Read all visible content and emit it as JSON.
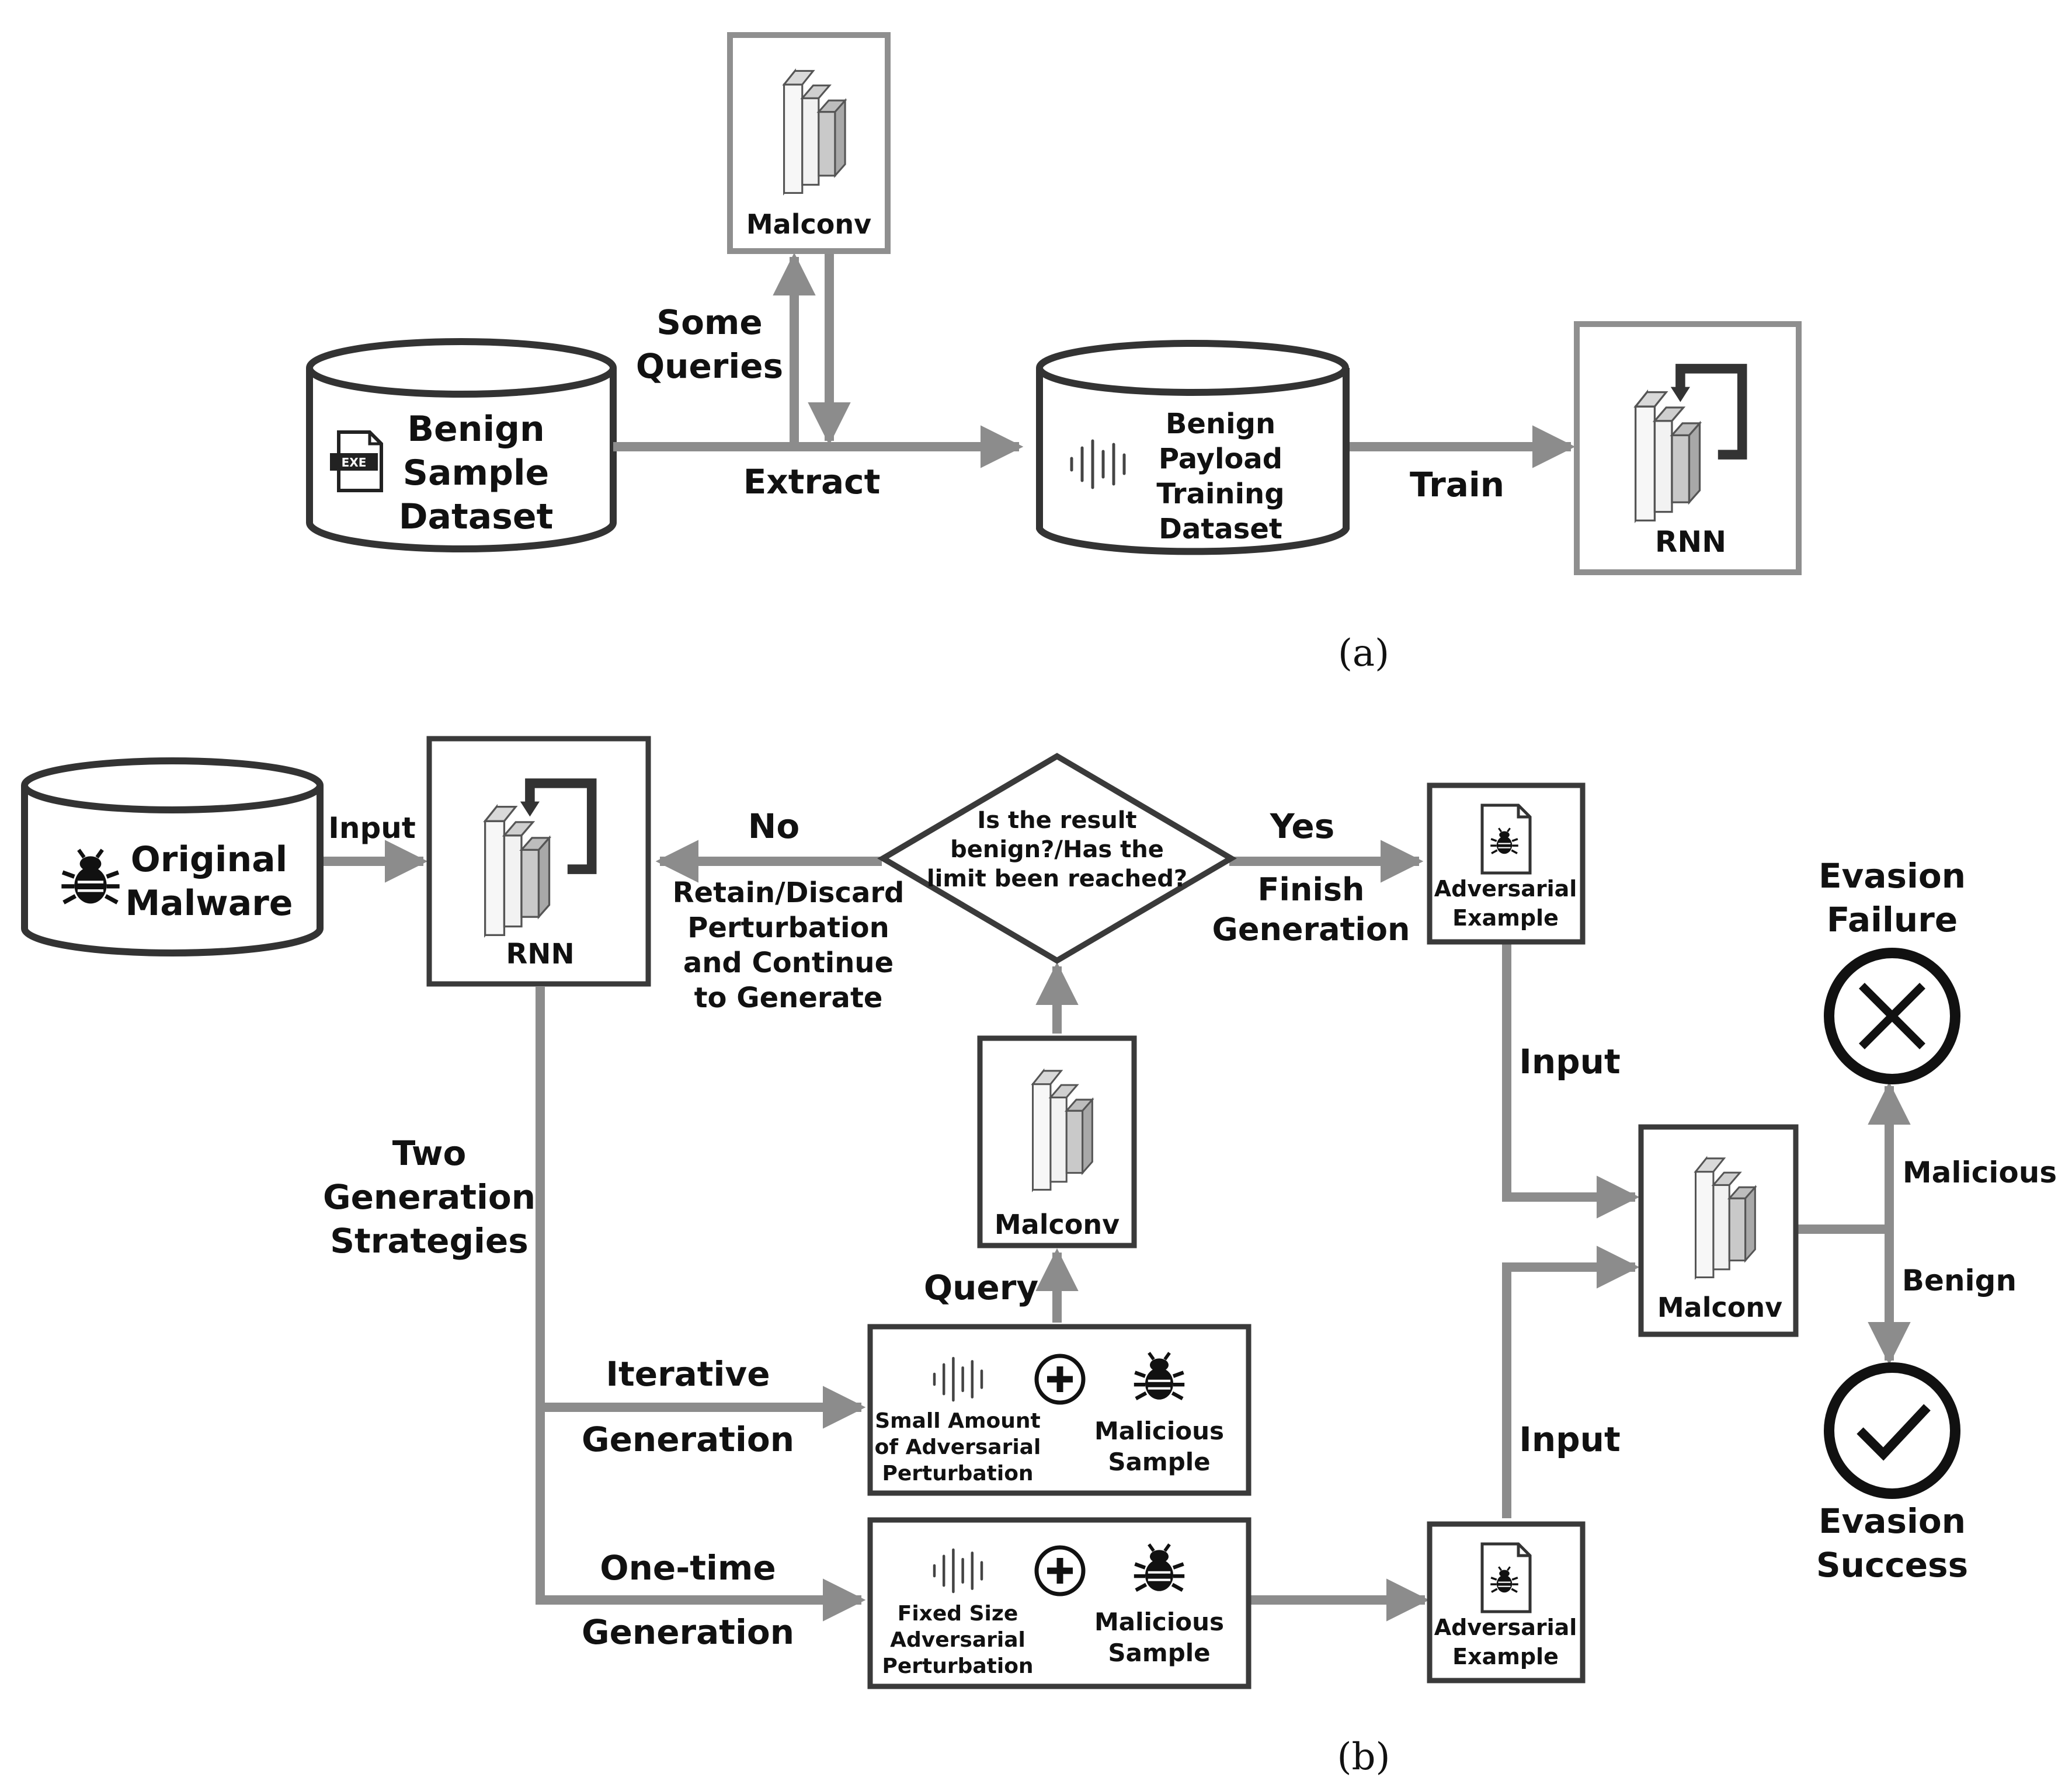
{
  "colors": {
    "arrow": "#8c8c8c",
    "dark_border": "#3a3a3a",
    "light_border": "#8f8f8f",
    "text": "#111111",
    "background": "#ffffff"
  },
  "panel_a": {
    "caption": "(a)",
    "benign_dataset": {
      "icon": "exe-file-icon",
      "icon_text": "EXE",
      "lines": [
        "Benign",
        "Sample",
        "Dataset"
      ]
    },
    "malconv": {
      "label": "Malconv",
      "icon": "cnn-layers-icon"
    },
    "some_queries": [
      "Some",
      "Queries"
    ],
    "extract": "Extract",
    "payload_dataset": {
      "icon": "waveform-icon",
      "lines": [
        "Benign",
        "Payload",
        "Training",
        "Dataset"
      ]
    },
    "train": "Train",
    "rnn": {
      "label": "RNN",
      "icon": "rnn-loop-icon"
    }
  },
  "panel_b": {
    "caption": "(b)",
    "original_malware": {
      "icon": "bug-icon",
      "lines": [
        "Original",
        "Malware"
      ]
    },
    "input_label": "Input",
    "rnn": {
      "label": "RNN",
      "icon": "rnn-loop-icon"
    },
    "no_label": "No",
    "retain_text": [
      "Retain/Discard",
      "Perturbation",
      "and Continue",
      "to Generate"
    ],
    "decision": [
      "Is the result",
      "benign?/Has the",
      "limit been reached?"
    ],
    "yes_label": "Yes",
    "finish_text": [
      "Finish",
      "Generation"
    ],
    "adversarial_top": {
      "icon": "adversarial-file-icon",
      "lines": [
        "Adversarial",
        "Example"
      ]
    },
    "malconv_mid": {
      "label": "Malconv",
      "icon": "cnn-layers-icon"
    },
    "query_label": "Query",
    "two_strategies": [
      "Two",
      "Generation",
      "Strategies"
    ],
    "iterative_label": [
      "Iterative",
      "Generation"
    ],
    "onetime_label": [
      "One-time",
      "Generation"
    ],
    "iterative_box": {
      "perturbation": [
        "Small Amount",
        "of Adversarial",
        "Perturbation"
      ],
      "sample": [
        "Malicious",
        "Sample"
      ]
    },
    "onetime_box": {
      "perturbation": [
        "Fixed Size",
        "Adversarial",
        "Perturbation"
      ],
      "sample": [
        "Malicious",
        "Sample"
      ]
    },
    "adversarial_bottom": {
      "icon": "adversarial-file-icon",
      "lines": [
        "Adversarial",
        "Example"
      ]
    },
    "input_top": "Input",
    "input_bottom": "Input",
    "malconv_right": {
      "label": "Malconv",
      "icon": "cnn-layers-icon"
    },
    "malicious_label": "Malicious",
    "benign_label": "Benign",
    "evasion_failure": [
      "Evasion",
      "Failure"
    ],
    "evasion_success": [
      "Evasion",
      "Success"
    ]
  }
}
